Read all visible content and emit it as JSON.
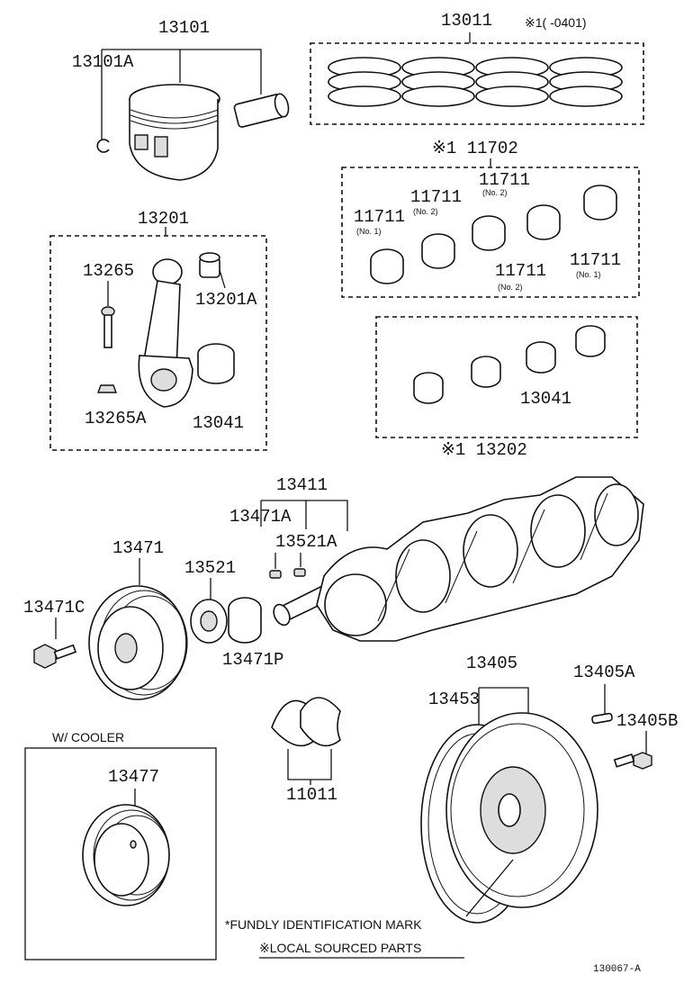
{
  "parts": {
    "p13101": "13101",
    "p13101A": "13101A",
    "p13011": "13011",
    "p13011_note": "※1(    -0401)",
    "p11702": "※1 11702",
    "p11711_a": "11711",
    "p11711_a_sub": "(No. 1)",
    "p11711_b": "11711",
    "p11711_b_sub": "(No. 2)",
    "p11711_c": "11711",
    "p11711_c_sub": "(No. 2)",
    "p11711_d": "11711",
    "p11711_d_sub": "(No. 2)",
    "p11711_e": "11711",
    "p11711_e_sub": "(No. 1)",
    "p13201": "13201",
    "p13265": "13265",
    "p13201A": "13201A",
    "p13265A": "13265A",
    "p13041_a": "13041",
    "p13041_b": "13041",
    "p13202": "※1 13202",
    "p13411": "13411",
    "p13471A": "13471A",
    "p13521A": "13521A",
    "p13471": "13471",
    "p13521": "13521",
    "p13471C": "13471C",
    "p13471P": "13471P",
    "p13405": "13405",
    "p13405A": "13405A",
    "p13453": "13453",
    "p13405B": "13405B",
    "p13477": "13477",
    "p11011": "11011"
  },
  "cooler_caption": "W/ COOLER",
  "notes": {
    "fundly": "*FUNDLY IDENTIFICATION MARK",
    "local": "※LOCAL SOURCED PARTS"
  },
  "diagram_ref": "130067-A"
}
